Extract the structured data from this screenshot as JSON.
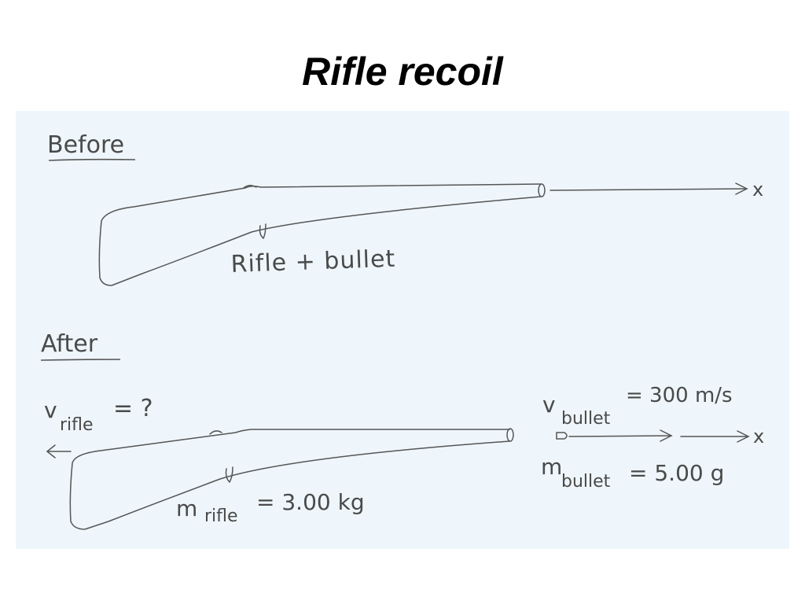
{
  "slide": {
    "title": "Rifle recoil"
  },
  "colors": {
    "panel_bg": "#eef6fb",
    "ink": "#555555"
  },
  "before": {
    "heading": "Before",
    "axis_label": "x",
    "object_label": "Rifle + bullet"
  },
  "after": {
    "heading": "After",
    "axis_label": "x",
    "rifle_velocity": {
      "symbol": "v",
      "subscript": "rifle",
      "value": "= ?"
    },
    "rifle_mass": {
      "symbol": "m",
      "subscript": "rifle",
      "value": "= 3.00 kg"
    },
    "bullet_velocity": {
      "symbol": "v",
      "subscript": "bullet",
      "value": "= 300 m/s"
    },
    "bullet_mass": {
      "symbol": "m",
      "subscript": "bullet",
      "value": "= 5.00 g"
    }
  }
}
